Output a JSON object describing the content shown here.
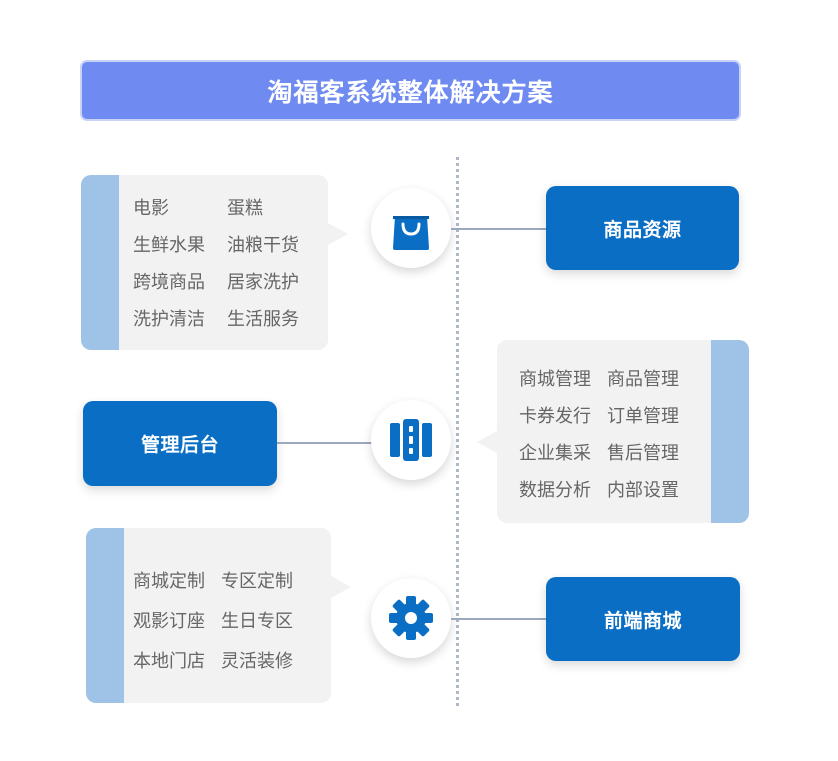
{
  "title": "淘福客系统整体解决方案",
  "colors": {
    "title_bg": "#6f8bf2",
    "primary_blue": "#0a6ec4",
    "card_bg": "#f2f2f2",
    "card_strip": "#9ec3e6",
    "item_text": "#666666",
    "spine": "#aeb8c8"
  },
  "sections": [
    {
      "node_label": "商品资源",
      "icon": "shopping-bag-icon",
      "items": [
        "电影",
        "蛋糕",
        "生鲜水果",
        "油粮干货",
        "跨境商品",
        "居家洗护",
        "洗护清洁",
        "生活服务"
      ]
    },
    {
      "node_label": "管理后台",
      "icon": "server-panel-icon",
      "items": [
        "商城管理",
        "商品管理",
        "卡券发行",
        "订单管理",
        "企业集采",
        "售后管理",
        "数据分析",
        "内部设置"
      ]
    },
    {
      "node_label": "前端商城",
      "icon": "gear-icon",
      "items": [
        "商城定制",
        "专区定制",
        "观影订座",
        "生日专区",
        "本地门店",
        "灵活装修"
      ]
    }
  ]
}
